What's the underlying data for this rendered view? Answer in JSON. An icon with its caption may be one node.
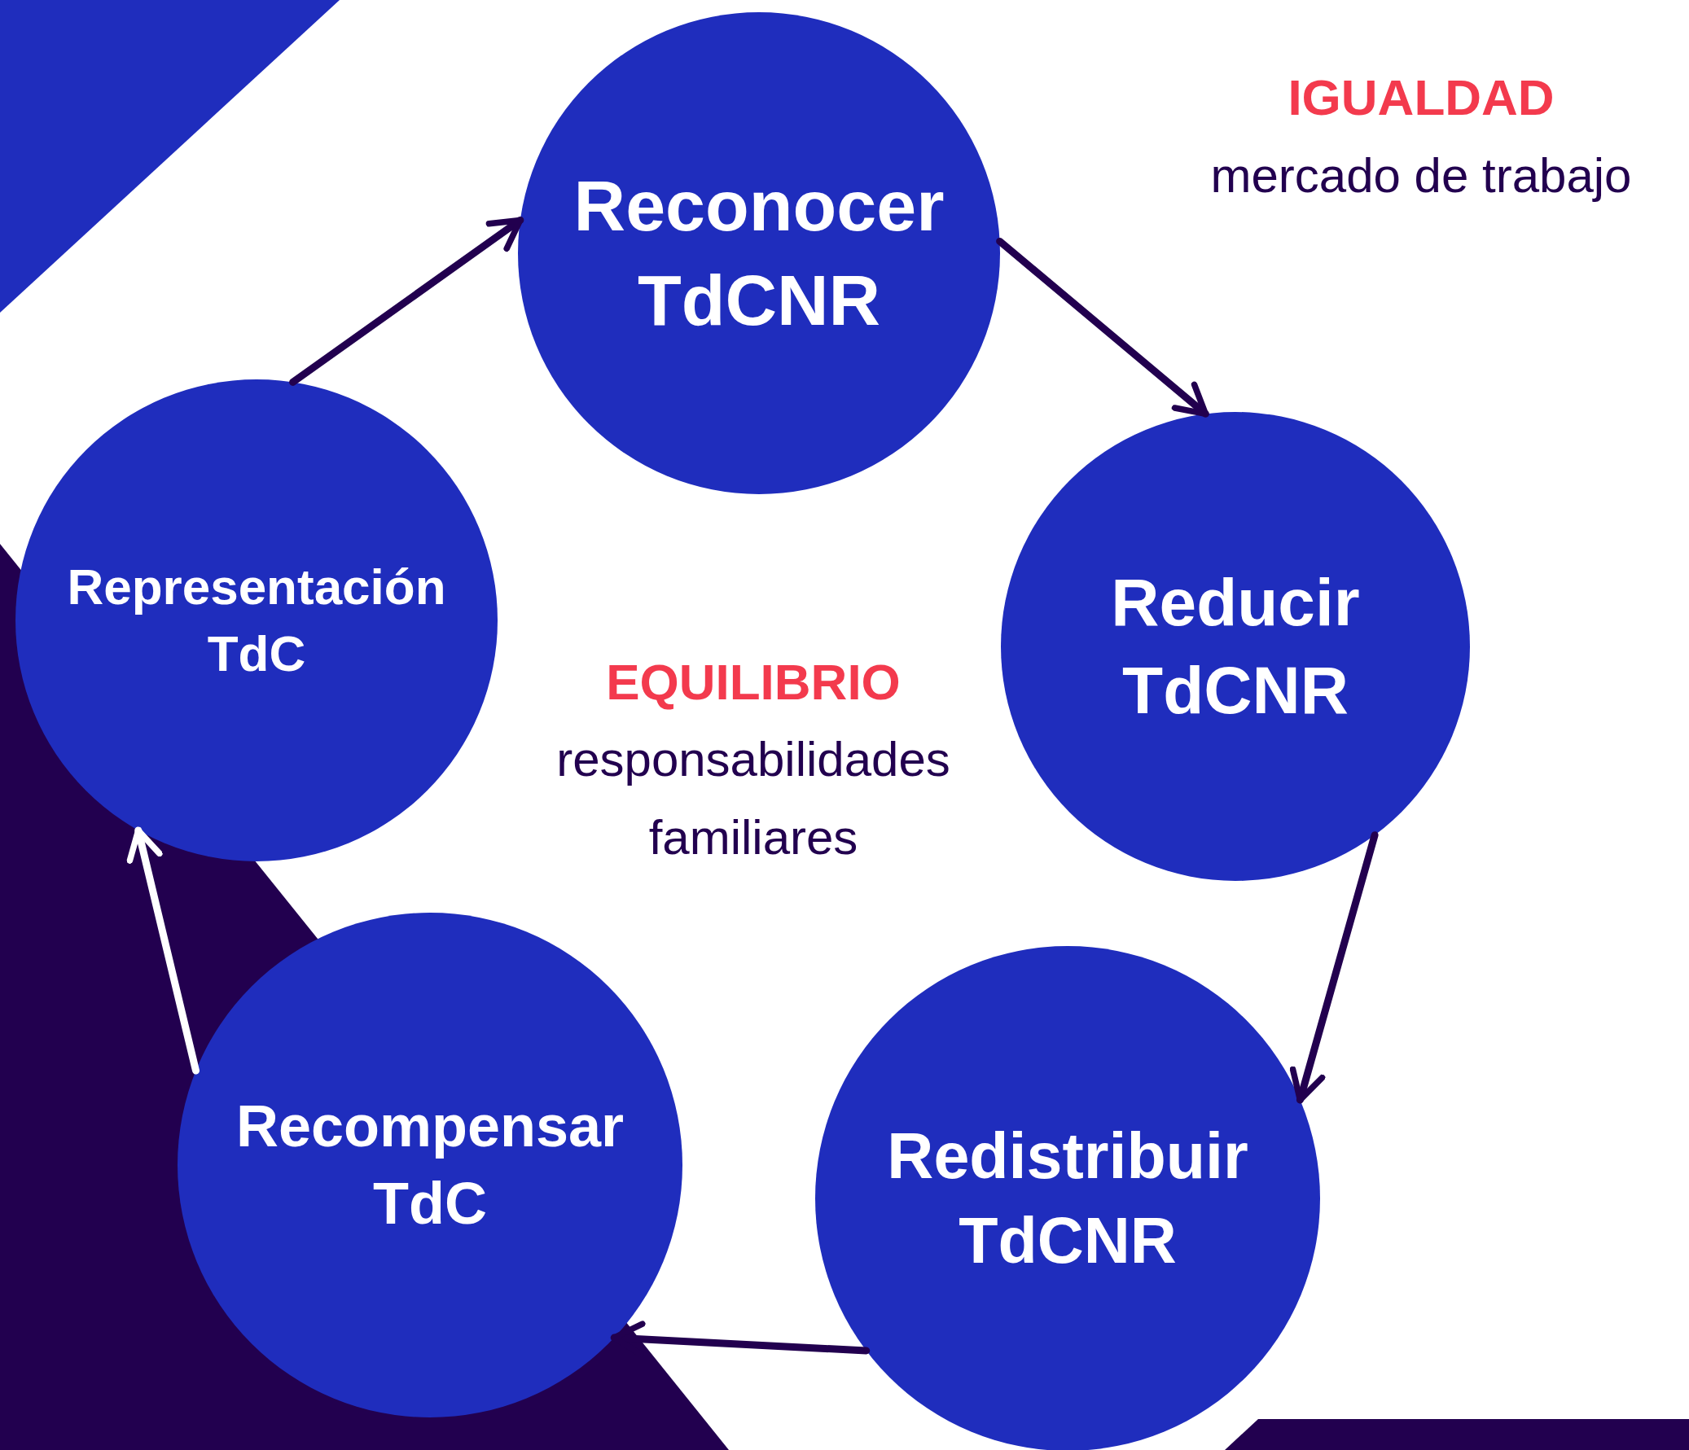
{
  "diagram": {
    "nodes": [
      {
        "text": [
          "Reconocer TdCNR"
        ]
      },
      {
        "text": [
          "Reducir TdCNR"
        ]
      },
      {
        "text": [
          "Redistribuir TdCNR"
        ]
      },
      {
        "text": [
          "Recompensar TdC"
        ]
      },
      {
        "text": [
          "Representación TdC"
        ]
      }
    ],
    "edges": [
      {
        "from": 0,
        "to": 1,
        "arrow": "to"
      },
      {
        "from": 1,
        "to": 2,
        "arrow": "to"
      },
      {
        "from": 2,
        "to": 3,
        "arrow": "to"
      },
      {
        "from": 3,
        "to": 4,
        "arrow": "to",
        "color": "#ffffff"
      },
      {
        "from": 4,
        "to": 0,
        "arrow": "to"
      }
    ],
    "labels": [
      "IGUALDAD",
      "mercado de trabajo",
      "EQUILIBRIO",
      "responsabilidades familiares"
    ]
  }
}
